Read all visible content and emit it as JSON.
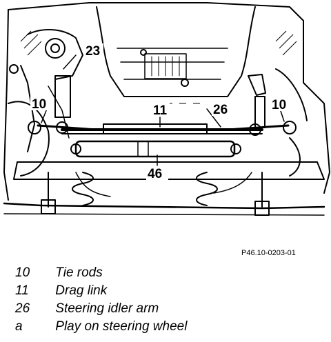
{
  "figure": {
    "code": "P46.10-0203-01",
    "callouts": {
      "c23": "23",
      "c10_left": "10",
      "c11": "11",
      "c26": "26",
      "c10_right": "10",
      "c46": "46"
    }
  },
  "legend": [
    {
      "key": "10",
      "text": "Tie rods"
    },
    {
      "key": "11",
      "text": "Drag link"
    },
    {
      "key": "26",
      "text": "Steering idler arm"
    },
    {
      "key": "a",
      "text": "Play on steering wheel"
    }
  ]
}
